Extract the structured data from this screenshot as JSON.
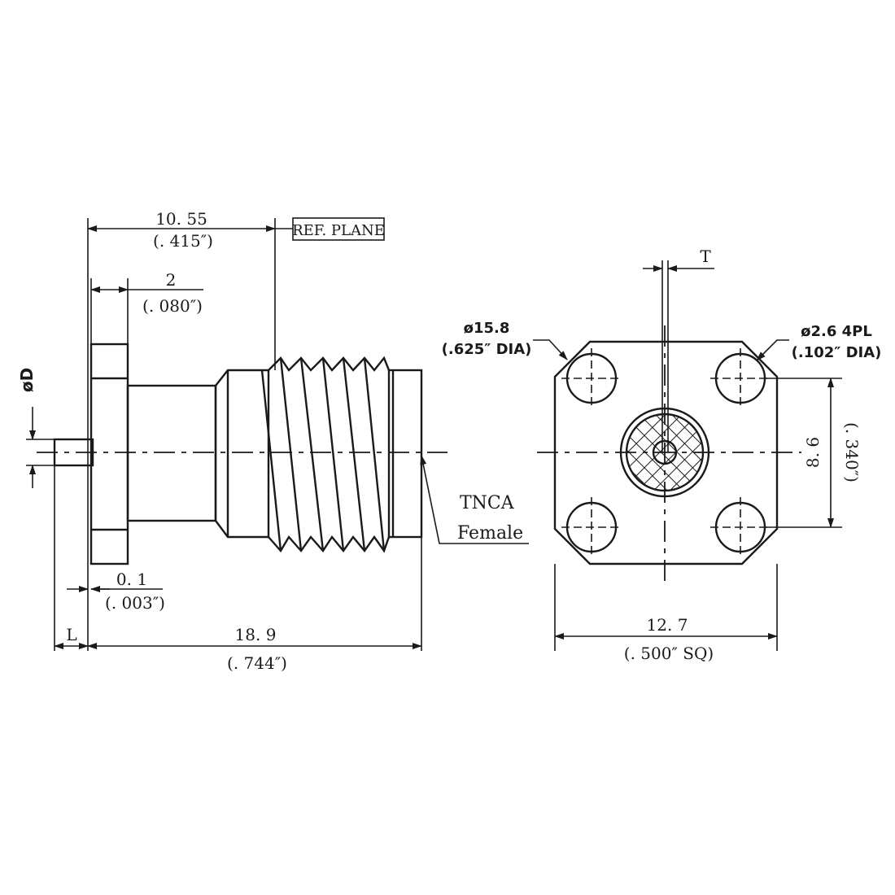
{
  "side_view": {
    "ref_plane": "REF. PLANE",
    "dim_total_depth": {
      "mm": "10. 55",
      "inch": "(. 415″)"
    },
    "dim_flange": {
      "mm": "2",
      "inch": "(. 080″)"
    },
    "dim_offset": {
      "mm": "0. 1",
      "inch": "(. 003″)"
    },
    "dim_length": {
      "mm": "18. 9",
      "inch": "(. 744″)"
    },
    "label_d": "øD",
    "label_l": "L",
    "product_name_line1": "TNCA",
    "product_name_line2": "Female"
  },
  "front_view": {
    "label_t": "T",
    "flange_dia": {
      "mm": "ø15.8",
      "inch": "(.625″ DIA)"
    },
    "hole_dia": {
      "mm": "ø2.6  4PL",
      "inch": "(.102″  DIA)"
    },
    "hole_spacing": {
      "mm": "8. 6",
      "inch": "(. 340″)"
    },
    "square_size": {
      "mm": "12. 7",
      "inch": "(. 500″ SQ)"
    }
  }
}
